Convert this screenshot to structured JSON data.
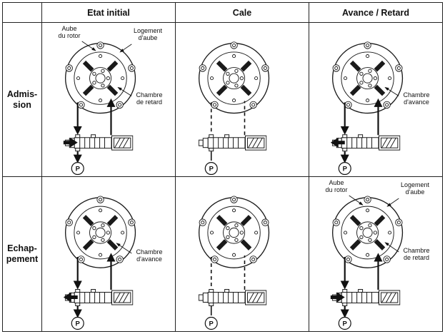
{
  "header": {
    "cols": [
      "Etat initial",
      "Cale",
      "Avance / Retard"
    ],
    "rows": [
      "Admis-\nsion",
      "Echap-\npement"
    ]
  },
  "labels": {
    "aube": "Aube\ndu rotor",
    "logement": "Logement\nd'aube",
    "retard": "Chambre\nde retard",
    "avance": "Chambre\nd'avance",
    "port": "P"
  },
  "cells": {
    "admission_etat_initial": {
      "variant": "solid-right"
    },
    "admission_cale": {
      "variant": "dashed"
    },
    "admission_avance_retard": {
      "variant": "solid-left"
    },
    "echappement_etat_initial": {
      "variant": "solid-left"
    },
    "echappement_cale": {
      "variant": "dashed"
    },
    "echappement_avance_retard": {
      "variant": "solid-right"
    }
  },
  "colors": {
    "line": "#1a1a1a",
    "background": "#ffffff"
  }
}
